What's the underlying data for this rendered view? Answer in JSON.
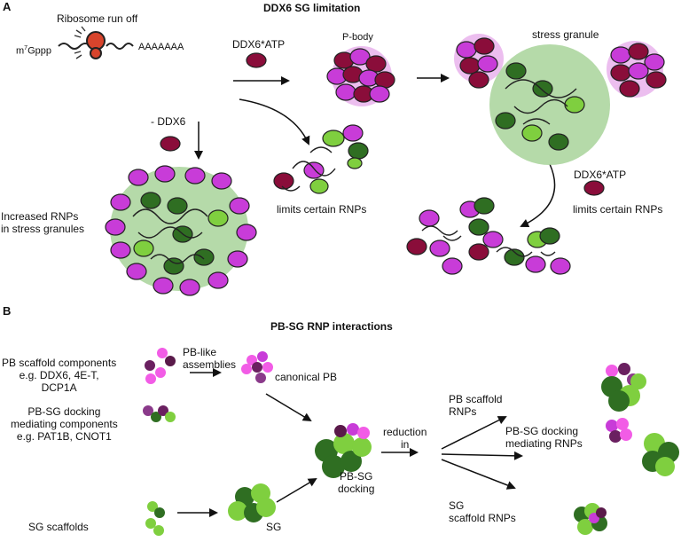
{
  "panel_a": {
    "letter": "A",
    "title": "DDX6 SG limitation",
    "ribosome_run_off": "Ribosome run off",
    "cap_m": "m",
    "cap_sup": "7",
    "cap_rest": "Gppp",
    "poly_a": "AAAAAAA",
    "ddx6_atp_1": "DDX6*ATP",
    "p_body": "P-body",
    "stress_granule": "stress granule",
    "minus_ddx6": "- DDX6",
    "increased_rnps_1": "Increased RNPs",
    "increased_rnps_2": "in stress granules",
    "limits_certain_rnps_1": "limits certain RNPs",
    "ddx6_atp_2": "DDX6*ATP",
    "limits_certain_rnps_2": "limits certain RNPs"
  },
  "panel_b": {
    "letter": "B",
    "title": "PB-SG RNP interactions",
    "pb_scaffold_1": "PB scaffold components",
    "pb_scaffold_2": "e.g. DDX6, 4E-T,",
    "pb_scaffold_3": "DCP1A",
    "pb_like_1": "PB-like",
    "pb_like_2": "assemblies",
    "canonical_pb": "canonical PB",
    "docking_1": "PB-SG docking",
    "docking_2": "mediating components",
    "docking_3": "e.g. PAT1B, CNOT1",
    "sg_scaffolds": "SG scaffolds",
    "sg": "SG",
    "pbsg_docking_1": "PB-SG",
    "pbsg_docking_2": "docking",
    "reduction_1": "reduction",
    "reduction_2": "in",
    "pb_scaffold_rnps_1": "PB scaffold",
    "pb_scaffold_rnps_2": "RNPs",
    "pbsg_mediating_1": "PB-SG docking",
    "pbsg_mediating_2": "mediating RNPs",
    "sg_scaffold_rnps_1": "SG",
    "sg_scaffold_rnps_2": "scaffold RNPs"
  },
  "colors": {
    "magenta": "#c83cd8",
    "maroon": "#8a0d3a",
    "dark_green": "#2f6e22",
    "light_green": "#7fcf3f",
    "sg_halo": "#a8d49a",
    "pb_halo": "#e9b3ec",
    "ribosome_red": "#d8442c",
    "pink": "#f25ce6"
  }
}
